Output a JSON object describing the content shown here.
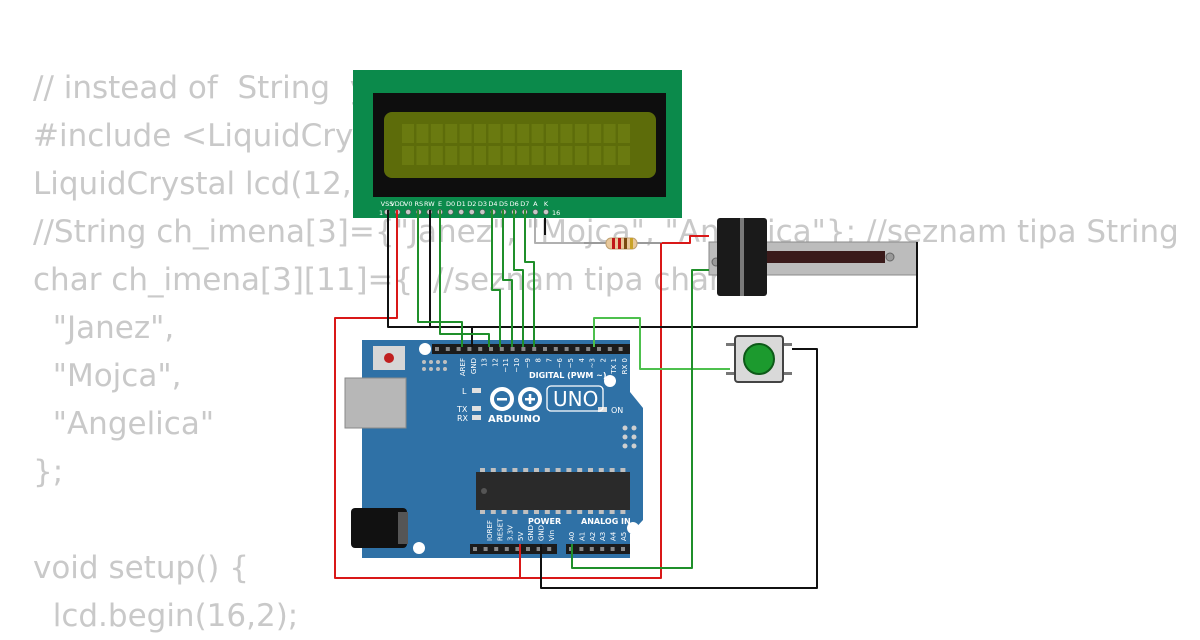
{
  "code_lines": [
    "// instead of  String  y",
    "#include <LiquidCryst",
    "LiquidCrystal lcd(12,1",
    "//String ch_imena[3]={\"Janez\", \"Mojca\", \"Angelica\"}; //seznam tipa String",
    "char ch_imena[3][11]={  //seznam tipa char",
    "  \"Janez\",",
    "  \"Mojca\",",
    "  \"Angelica\"",
    "};",
    "",
    "void setup() {",
    "  lcd.begin(16,2);"
  ],
  "lcd": {
    "pin_labels": [
      "VSS",
      "VDD",
      "V0",
      "RS",
      "RW",
      "E",
      "D0",
      "D1",
      "D2",
      "D3",
      "D4",
      "D5",
      "D6",
      "D7",
      "A",
      "K"
    ],
    "pin_start": "1",
    "pin_end": "16"
  },
  "arduino": {
    "logo_text": "UNO",
    "brand": "ARDUINO",
    "digital_label": "DIGITAL (PWM ~)",
    "power_label": "POWER",
    "analog_label": "ANALOG IN",
    "led_l": "L",
    "led_tx": "TX",
    "led_rx": "RX",
    "led_on": "ON",
    "top_pins": [
      "AREF",
      "GND",
      "13",
      "12",
      "~11",
      "~10",
      "~9",
      "8",
      "7",
      "~6",
      "~5",
      "4",
      "~3",
      "2",
      "TX 1",
      "RX 0"
    ],
    "power_pins": [
      "IOREF",
      "RESET",
      "3.3V",
      "5V",
      "GND",
      "GND",
      "Vin"
    ],
    "analog_pins": [
      "A0",
      "A1",
      "A2",
      "A3",
      "A4",
      "A5"
    ]
  },
  "colors": {
    "lcd_green": "#0b8a4b",
    "lcd_screen": "#5d6c0a",
    "board_blue": "#2f71a6",
    "wire_red": "#d91818",
    "wire_green": "#1f8f2a",
    "wire_black": "#111111",
    "button_green": "#1c9a2e",
    "code_gray": "#c9c9c9"
  }
}
